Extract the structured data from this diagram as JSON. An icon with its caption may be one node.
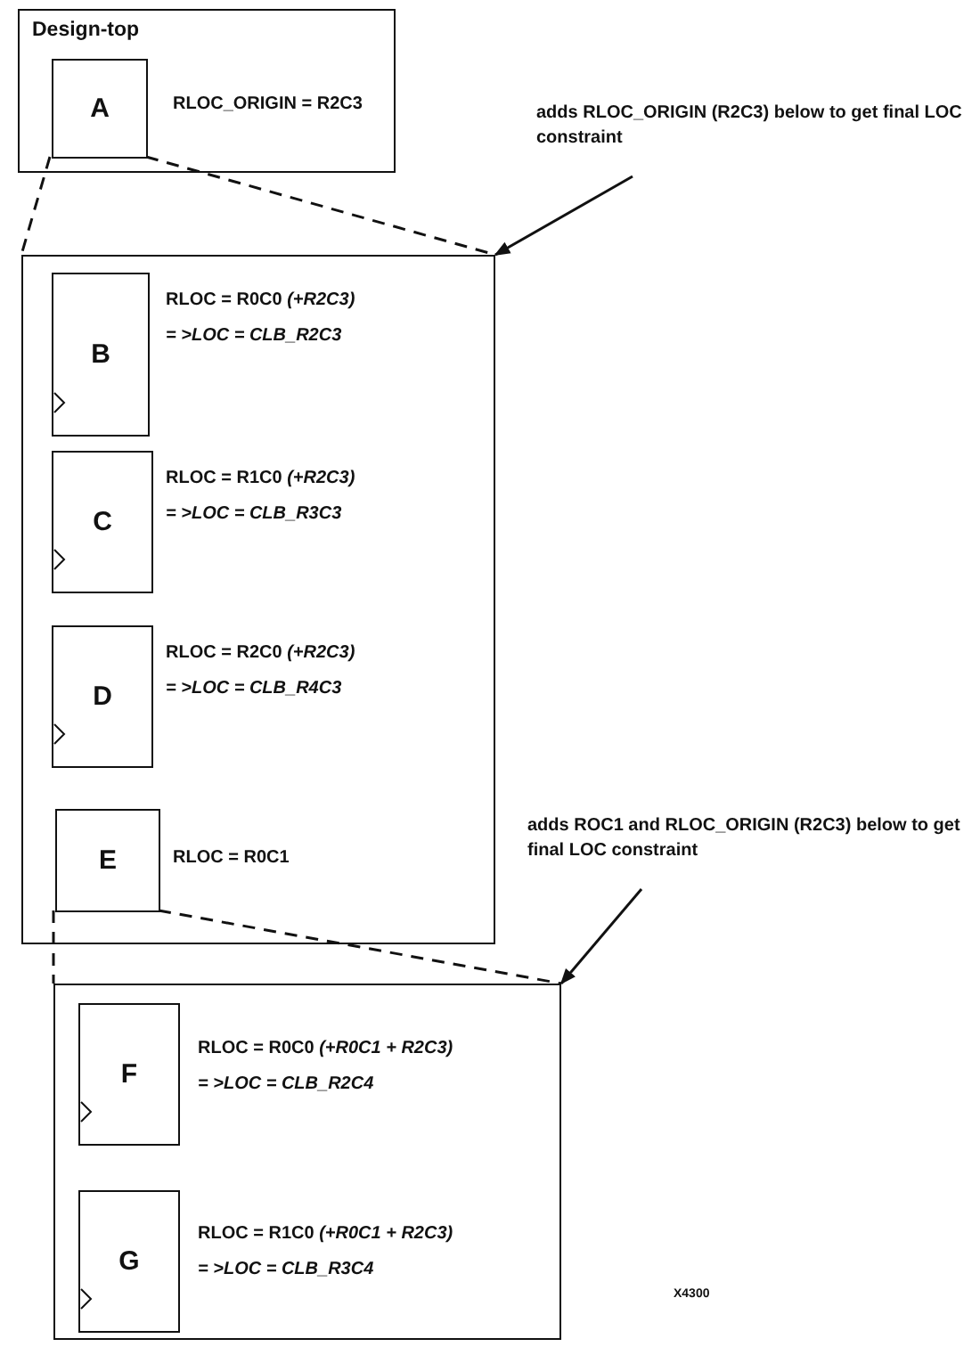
{
  "diagram": {
    "nodes": [
      {
        "text": [
          "Design-top"
        ]
      },
      {
        "text": [
          "A"
        ],
        "in": 0,
        "beside": [
          "RLOC_ORIGIN = R2C3"
        ]
      },
      {
        "text": [],
        "shape": "box"
      },
      {
        "text": [
          "B"
        ],
        "in": 2,
        "beside": [
          "RLOC = R0C0 *(+R2C3)*",
          "= >LOC = CLB_R2C3"
        ]
      },
      {
        "text": [
          "C"
        ],
        "in": 2,
        "beside": [
          "RLOC = R1C0 *(+R2C3)*",
          "= >LOC = CLB_R3C3"
        ]
      },
      {
        "text": [
          "D"
        ],
        "in": 2,
        "beside": [
          "RLOC = R2C0 *(+R2C3)*",
          "= >LOC = CLB_R4C3"
        ]
      },
      {
        "text": [
          "E"
        ],
        "in": 2,
        "beside": [
          "RLOC = R0C1"
        ]
      },
      {
        "text": [],
        "shape": "box"
      },
      {
        "text": [
          "F"
        ],
        "in": 7,
        "beside": [
          "RLOC = R0C0 *(+R0C1 + R2C3)*",
          "= >LOC = CLB_R2C4"
        ]
      },
      {
        "text": [
          "G"
        ],
        "in": 7,
        "beside": [
          "RLOC = R1C0 *(+R0C1 + R2C3)*",
          "= >LOC = CLB_R3C4"
        ]
      },
      {
        "text": [
          "adds RLOC_ORIGIN (R2C3) below to get final LOC constraint"
        ]
      },
      {
        "text": [
          "adds ROC1 and RLOC_ORIGIN (R2C3) below to get final LOC constraint"
        ]
      }
    ],
    "edges": [
      {
        "from": 1,
        "to": 2,
        "arrow": "none",
        "style": "dashed"
      },
      {
        "from": 1,
        "to": 2,
        "arrow": "none",
        "style": "dashed"
      },
      {
        "from": 10,
        "to": 2,
        "arrow": "to"
      },
      {
        "from": 6,
        "to": 7,
        "arrow": "none",
        "style": "dashed"
      },
      {
        "from": 6,
        "to": 7,
        "arrow": "none",
        "style": "dashed"
      },
      {
        "from": 11,
        "to": 7,
        "arrow": "to"
      }
    ],
    "labels": [
      "X4300"
    ]
  }
}
